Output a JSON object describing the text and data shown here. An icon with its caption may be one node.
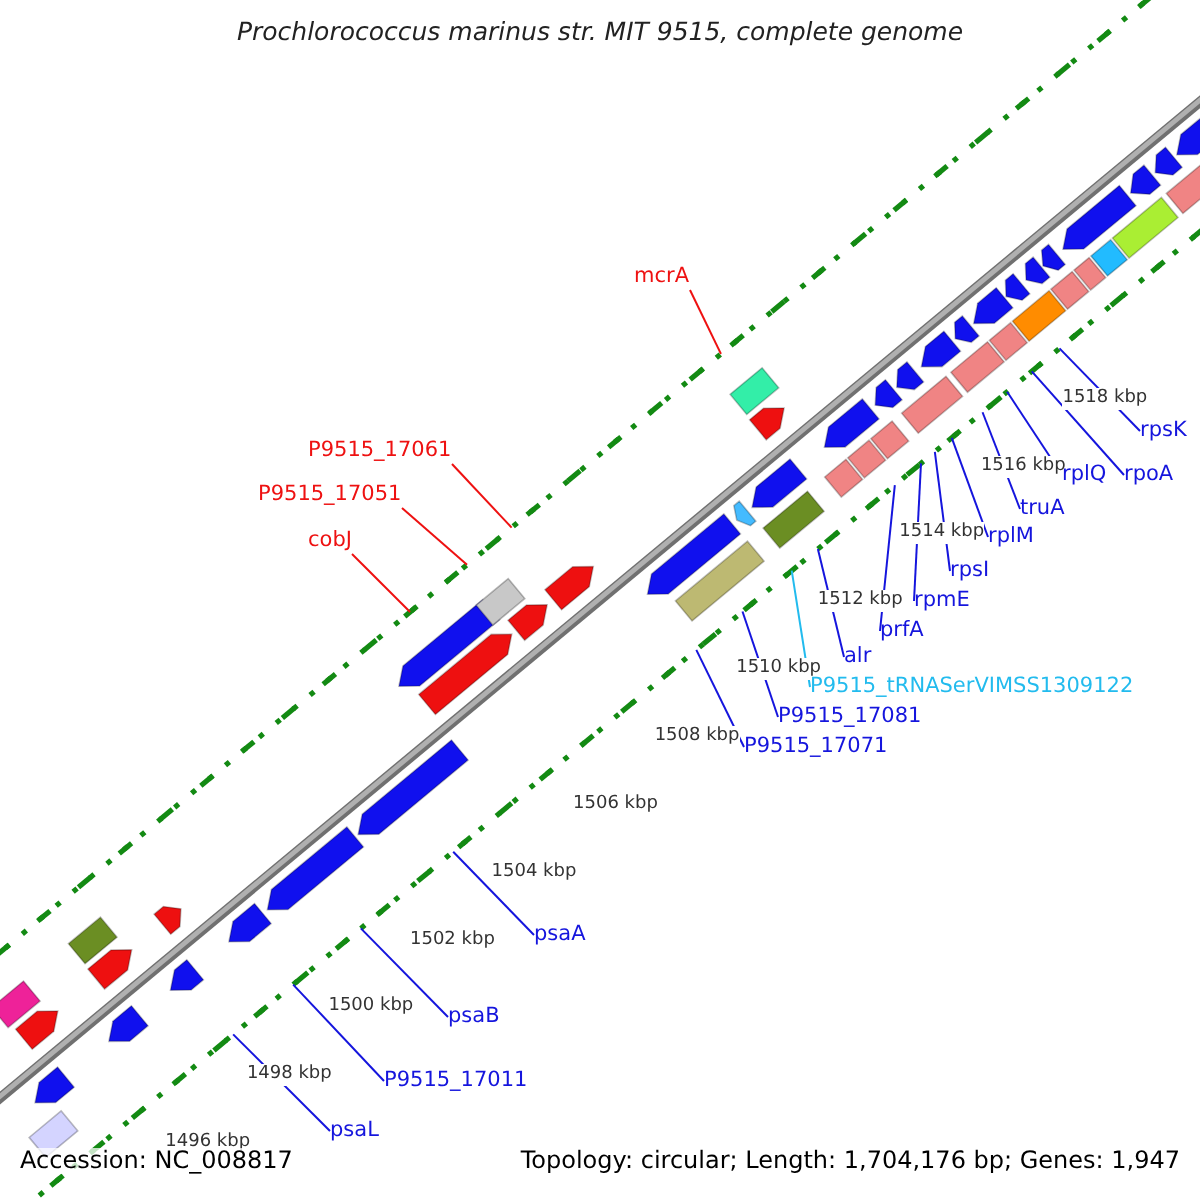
{
  "diagram": {
    "title": "Prochlorococcus marinus str. MIT 9515, complete genome",
    "nodes": [
      {
        "text": [
          "mcrA"
        ]
      },
      {
        "text": [
          "P9515_17061"
        ]
      },
      {
        "text": [
          "P9515_17051"
        ]
      },
      {
        "text": [
          "cobJ"
        ]
      },
      {
        "text": [
          "rpsK"
        ]
      },
      {
        "text": [
          "rpoA"
        ]
      },
      {
        "text": [
          "rplQ"
        ]
      },
      {
        "text": [
          "truA"
        ]
      },
      {
        "text": [
          "rplM"
        ]
      },
      {
        "text": [
          "rpsI"
        ]
      },
      {
        "text": [
          "rpmE"
        ]
      },
      {
        "text": [
          "prfA"
        ]
      },
      {
        "text": [
          "alr"
        ]
      },
      {
        "text": [
          "P9515_tRNASerVIMSS1309122"
        ]
      },
      {
        "text": [
          "P9515_17081"
        ]
      },
      {
        "text": [
          "P9515_17071"
        ]
      },
      {
        "text": [
          "psaA"
        ]
      },
      {
        "text": [
          "psaB"
        ]
      },
      {
        "text": [
          "P9515_17011"
        ]
      },
      {
        "text": [
          "psaL"
        ]
      }
    ],
    "edges": [
      {
        "from": 0,
        "to": null,
        "arrow": "none",
        "color": "#ee1111"
      },
      {
        "from": 1,
        "to": null,
        "arrow": "none",
        "color": "#ee1111"
      },
      {
        "from": 2,
        "to": null,
        "arrow": "none",
        "color": "#ee1111"
      },
      {
        "from": 3,
        "to": null,
        "arrow": "none",
        "color": "#ee1111"
      },
      {
        "from": 4,
        "to": null,
        "arrow": "none"
      },
      {
        "from": 5,
        "to": null,
        "arrow": "none"
      },
      {
        "from": 6,
        "to": null,
        "arrow": "none"
      },
      {
        "from": 7,
        "to": null,
        "arrow": "none"
      },
      {
        "from": 8,
        "to": null,
        "arrow": "none"
      },
      {
        "from": 9,
        "to": null,
        "arrow": "none"
      },
      {
        "from": 10,
        "to": null,
        "arrow": "none"
      },
      {
        "from": 11,
        "to": null,
        "arrow": "none"
      },
      {
        "from": 12,
        "to": null,
        "arrow": "none"
      },
      {
        "from": 13,
        "to": null,
        "arrow": "none",
        "color": "#22bbee"
      },
      {
        "from": 14,
        "to": null,
        "arrow": "none"
      },
      {
        "from": 15,
        "to": null,
        "arrow": "none"
      },
      {
        "from": 16,
        "to": null,
        "arrow": "none"
      },
      {
        "from": 17,
        "to": null,
        "arrow": "none"
      },
      {
        "from": 18,
        "to": null,
        "arrow": "none"
      },
      {
        "from": 19,
        "to": null,
        "arrow": "none"
      }
    ],
    "labels": [
      "1518 kbp",
      "1516 kbp",
      "1514 kbp",
      "1512 kbp",
      "1510 kbp",
      "1508 kbp",
      "1506 kbp",
      "1504 kbp",
      "1502 kbp",
      "1500 kbp",
      "1498 kbp",
      "1496 kbp",
      "Accession: NC_008817",
      "Topology: circular; Length: 1,704,176 bp; Genes: 1,947"
    ]
  }
}
